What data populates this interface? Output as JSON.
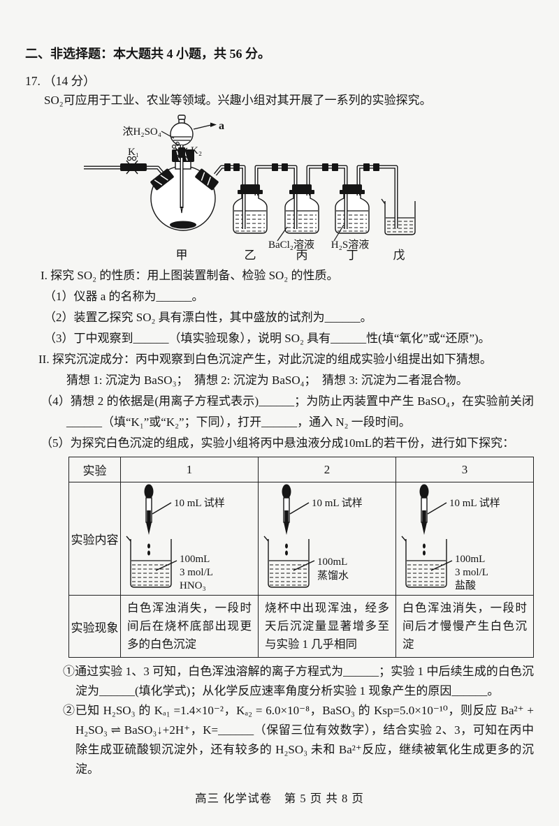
{
  "page": {
    "section_header": "二、非选择题：本大题共 4 小题，共 56 分。",
    "question_no": "17. （14 分）",
    "intro": "SO₂可应用于工业、农业等领域。兴趣小组对其开展了一系列的实验探究。",
    "footer": "高三 化学试卷　第 5 页 共 8 页"
  },
  "diagram": {
    "concentrated_acid": "浓H₂SO₄",
    "a": "a",
    "k1": "K₁",
    "k2": "K₂",
    "bacl2_solution": "BaCl₂溶液",
    "h2s_solution": "H₂S溶液",
    "jia": "甲",
    "yi": "乙",
    "bing": "丙",
    "ding": "丁",
    "wu": "戊"
  },
  "part1": {
    "heading": "I. 探究 SO₂ 的性质：用上图装置制备、检验 SO₂ 的性质。",
    "q1": "（1）仪器 a 的名称为______。",
    "q2": "（2）装置乙探究 SO₂ 具有漂白性，其中盛放的试剂为______。",
    "q3": "（3）丁中观察到______（填实验现象），说明 SO₂ 具有______性(填“氧化”或“还原”)。"
  },
  "part2": {
    "heading": "II. 探究沉淀成分：丙中观察到白色沉淀产生，对此沉淀的组成实验小组提出如下猜想。",
    "guesses": "猜想 1: 沉淀为 BaSO₃；　猜想 2: 沉淀为 BaSO₄；　猜想 3: 沉淀为二者混合物。",
    "q4": "（4）猜想 2 的依据是(用离子方程式表示)______；为防止丙装置中产生 BaSO₄，在实验前关闭______（填“K₁”或“K₂”；下同），打开______，通入 N₂ 一段时间。",
    "q5": "（5）为探究白色沉淀的组成，实验小组将丙中悬浊液分成10mL的若干份，进行如下探究："
  },
  "table": {
    "header_label": "实验",
    "experiment_numbers": [
      "1",
      "2",
      "3"
    ],
    "content_row_label": "实验内容",
    "phenomena_row_label": "实验现象",
    "cells": [
      {
        "sample": "10 mL 试样",
        "reagent_lines": [
          "100mL",
          "3 mol/L",
          "HNO₃"
        ]
      },
      {
        "sample": "10 mL 试样",
        "reagent_lines": [
          "100mL",
          "蒸馏水",
          ""
        ]
      },
      {
        "sample": "10 mL 试样",
        "reagent_lines": [
          "100mL",
          "3 mol/L",
          "盐酸"
        ]
      }
    ],
    "phenomena": [
      "白色浑浊消失，一段时间后在烧杯底部出现更多的白色沉淀",
      "烧杯中出现浑浊，经多天后沉淀量显著增多至与实验 1 几乎相同",
      "白色浑浊消失，一段时间后才慢慢产生白色沉淀"
    ]
  },
  "notes": {
    "n1": "①通过实验 1、3 可知，白色浑浊溶解的离子方程式为______；实验 1 中后续生成的白色沉淀为______(填化学式)；从化学反应速率角度分析实验 1 现象产生的原因______。",
    "n2": "②已知 H₂SO₃ 的 Kₐ₁ =1.4×10⁻²，Kₐ₂ = 6.0×10⁻⁸，BaSO₃ 的 Ksp=5.0×10⁻¹⁰，则反应 Ba²⁺ + H₂SO₃ ⇌ BaSO₃↓+2H⁺，K=______（保留三位有效数字），结合实验 2、3，可知在丙中除生成亚硫酸钡沉淀外，还有较多的 H₂SO₃ 未和 Ba²⁺反应，继续被氧化生成更多的沉淀。"
  }
}
